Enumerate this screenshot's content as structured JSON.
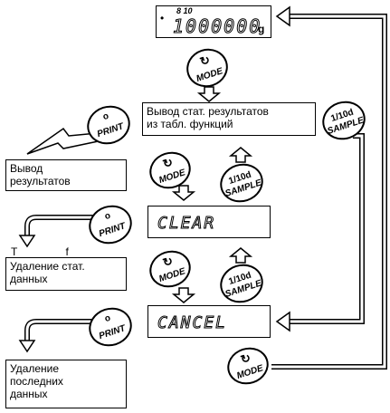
{
  "display_top": {
    "indicator": "•",
    "small_digits": "8 10",
    "digits": "1000000",
    "unit": "g"
  },
  "lcd_clear": {
    "text": "CLEAR"
  },
  "lcd_cancel": {
    "text": "CANCEL"
  },
  "box_output_stats": {
    "line1": "Вывод стат. результатов",
    "line2": "из табл. функций"
  },
  "box_output_results": {
    "line1": "Вывод",
    "line2": "результатов"
  },
  "box_delete_stats": {
    "line1": "Удаление стат.",
    "line2": "данных"
  },
  "box_delete_last": {
    "line1": "Удаление",
    "line2": "последних",
    "line3": "данных"
  },
  "buttons": {
    "mode": "MODE",
    "print": "PRINT",
    "sample_top": "1/10d",
    "sample_bottom": "SAMPLE",
    "mode_icon": "↻",
    "print_icon": "o"
  },
  "overlap_text": "T                f"
}
